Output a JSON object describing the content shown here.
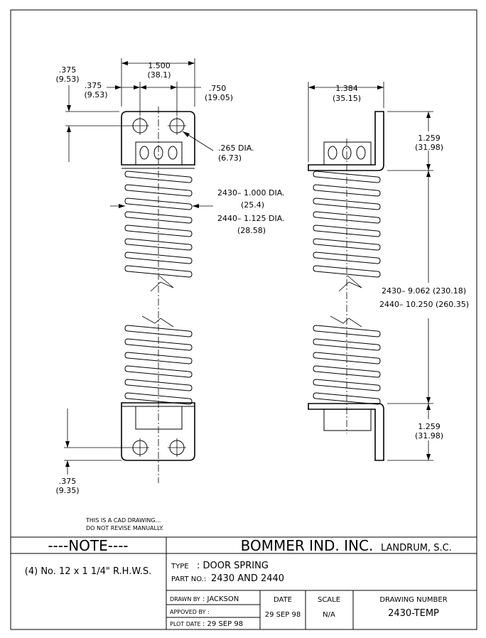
{
  "dimensions": {
    "top_width": ".375",
    "top_width_mm": "(9.53)",
    "hole_offset": ".375",
    "hole_offset_mm": "(9.53)",
    "overall_width": "1.500",
    "overall_width_mm": "(38.1)",
    "hole_spacing": ".750",
    "hole_spacing_mm": "(19.05)",
    "hole_dia": ".265 DIA.",
    "hole_dia_mm": "(6.73)",
    "dia_2430": "2430– 1.000 DIA.",
    "dia_2430_mm": "(25.4)",
    "dia_2440": "2440– 1.125 DIA.",
    "dia_2440_mm": "(28.58)",
    "side_width": "1.384",
    "side_width_mm": "(35.15)",
    "bracket_top": "1.259",
    "bracket_top_mm": "(31.98)",
    "length_2430": "2430–  9.062 (230.18)",
    "length_2440": "2440– 10.250 (260.35)",
    "bracket_bottom": "1.259",
    "bracket_bottom_mm": "(31.98)",
    "bottom_offset": ".375",
    "bottom_offset_mm": "(9.35)"
  },
  "cad_note_line1": "THIS IS A CAD DRAWING...",
  "cad_note_line2": "DO NOT REVISE MANUALLY.",
  "title_block": {
    "note_header": "----NOTE----",
    "note_text": "(4) No. 12 x 1 1/4\" R.H.W.S.",
    "company": "BOMMER IND. INC.",
    "location": "LANDRUM, S.C.",
    "type_label": "TYPE",
    "type_value": ": DOOR SPRING",
    "part_label": "PART NO.:",
    "part_value": "2430 AND 2440",
    "drawn_by_label": "DRAWN BY",
    "drawn_by_value": ": JACKSON",
    "approved_by_label": "APPOVED BY :",
    "plot_date_label": "PLOT DATE",
    "plot_date_value": ": 29 SEP 98",
    "date_label": "DATE",
    "date_value": "29 SEP 98",
    "scale_label": "SCALE",
    "scale_value": "N/A",
    "drawing_number_label": "DRAWING NUMBER",
    "drawing_number_value": "2430-TEMP"
  }
}
